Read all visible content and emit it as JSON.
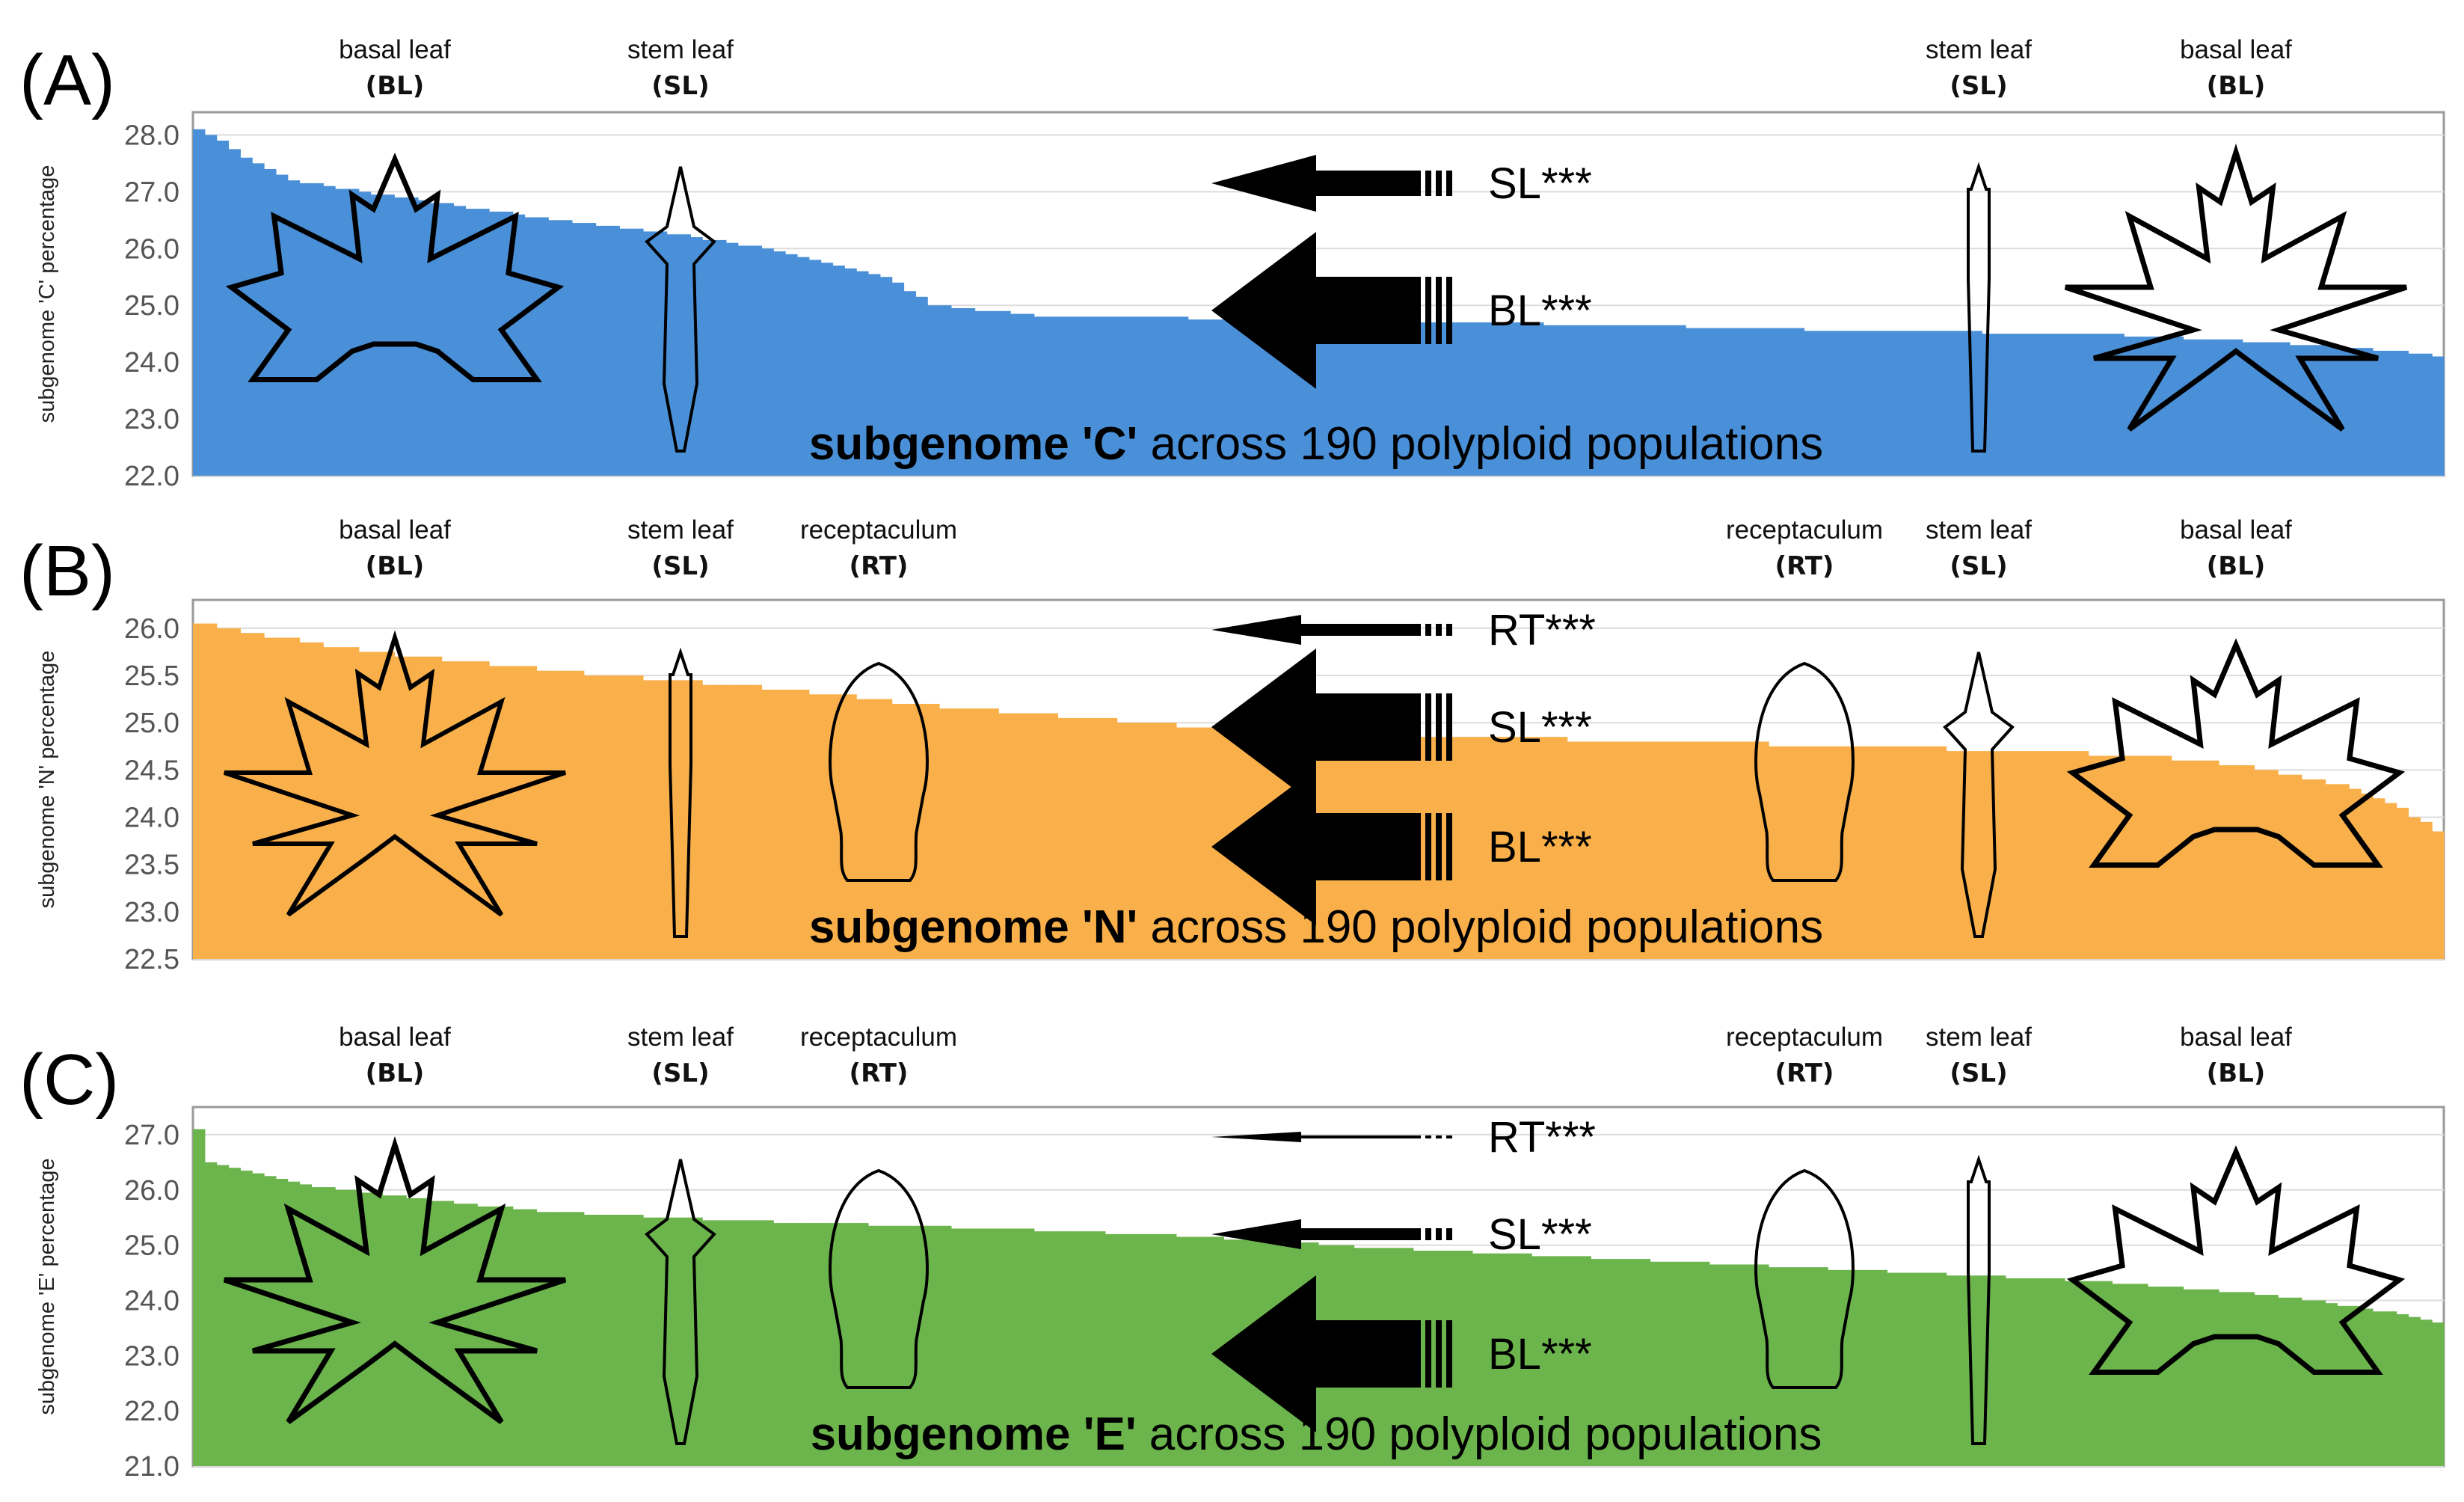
{
  "panels": [
    {
      "label": "(A)",
      "ylabel": "subgenome 'C' percentage",
      "color": "#4a90d9",
      "ylim": [
        22.0,
        28.4
      ],
      "ticks": [
        "28.0",
        "27.0",
        "26.0",
        "25.0",
        "24.0",
        "23.0",
        "22.0"
      ],
      "caption_bold": "subgenome 'C'",
      "caption_rest": " across 190 polyploid populations",
      "left_organs": [
        {
          "name": "basal leaf",
          "abbr": "(BL)"
        },
        {
          "name": "stem leaf",
          "abbr": "(SL)"
        }
      ],
      "right_organs": [
        {
          "name": "stem leaf",
          "abbr": "(SL)"
        },
        {
          "name": "basal leaf",
          "abbr": "(BL)"
        }
      ],
      "arrows": [
        {
          "label": "SL***",
          "weight": "medium"
        },
        {
          "label": "BL***",
          "weight": "large"
        }
      ]
    },
    {
      "label": "(B)",
      "ylabel": "subgenome 'N' percentage",
      "color": "#f9b04a",
      "ylim": [
        22.5,
        26.3
      ],
      "ticks": [
        "26.0",
        "25.5",
        "25.0",
        "24.5",
        "24.0",
        "23.5",
        "23.0",
        "22.5"
      ],
      "caption_bold": "subgenome 'N'",
      "caption_rest": " across 190 polyploid populations",
      "left_organs": [
        {
          "name": "basal leaf",
          "abbr": "(BL)"
        },
        {
          "name": "stem leaf",
          "abbr": "(SL)"
        },
        {
          "name": "receptaculum",
          "abbr": "(RT)"
        }
      ],
      "right_organs": [
        {
          "name": "receptaculum",
          "abbr": "(RT)"
        },
        {
          "name": "stem leaf",
          "abbr": "(SL)"
        },
        {
          "name": "basal leaf",
          "abbr": "(BL)"
        }
      ],
      "arrows": [
        {
          "label": "RT***",
          "weight": "small"
        },
        {
          "label": "SL***",
          "weight": "large"
        },
        {
          "label": "BL***",
          "weight": "large"
        }
      ]
    },
    {
      "label": "(C)",
      "ylabel": "subgenome 'E' percentage",
      "color": "#6cb44c",
      "ylim": [
        21.0,
        27.5
      ],
      "ticks": [
        "27.0",
        "26.0",
        "25.0",
        "24.0",
        "23.0",
        "22.0",
        "21.0"
      ],
      "caption_bold": "subgenome 'E'",
      "caption_rest": " across 190 polyploid populations",
      "left_organs": [
        {
          "name": "basal leaf",
          "abbr": "(BL)"
        },
        {
          "name": "stem leaf",
          "abbr": "(SL)"
        },
        {
          "name": "receptaculum",
          "abbr": "(RT)"
        }
      ],
      "right_organs": [
        {
          "name": "receptaculum",
          "abbr": "(RT)"
        },
        {
          "name": "stem leaf",
          "abbr": "(SL)"
        },
        {
          "name": "basal leaf",
          "abbr": "(BL)"
        }
      ],
      "arrows": [
        {
          "label": "RT***",
          "weight": "tiny"
        },
        {
          "label": "SL***",
          "weight": "small"
        },
        {
          "label": "BL***",
          "weight": "large"
        }
      ]
    }
  ],
  "chart_data": [
    {
      "type": "bar",
      "ylabel": "subgenome 'C' percentage",
      "ylim": [
        22.0,
        28.4
      ],
      "n_populations": 190,
      "sorted": "descending",
      "profile": [
        [
          0,
          28.1
        ],
        [
          2,
          27.9
        ],
        [
          4,
          27.6
        ],
        [
          8,
          27.2
        ],
        [
          14,
          27.0
        ],
        [
          30,
          26.5
        ],
        [
          42,
          26.2
        ],
        [
          48,
          26.0
        ],
        [
          58,
          25.5
        ],
        [
          62,
          25.0
        ],
        [
          72,
          24.8
        ],
        [
          95,
          24.75
        ],
        [
          120,
          24.65
        ],
        [
          140,
          24.55
        ],
        [
          160,
          24.5
        ],
        [
          175,
          24.35
        ],
        [
          185,
          24.2
        ],
        [
          189,
          24.1
        ]
      ]
    },
    {
      "type": "bar",
      "ylabel": "subgenome 'N' percentage",
      "ylim": [
        22.5,
        26.3
      ],
      "n_populations": 190,
      "sorted": "descending",
      "profile": [
        [
          0,
          26.05
        ],
        [
          4,
          25.95
        ],
        [
          15,
          25.75
        ],
        [
          30,
          25.55
        ],
        [
          50,
          25.35
        ],
        [
          60,
          25.2
        ],
        [
          70,
          25.1
        ],
        [
          85,
          24.95
        ],
        [
          105,
          24.85
        ],
        [
          125,
          24.8
        ],
        [
          140,
          24.75
        ],
        [
          155,
          24.7
        ],
        [
          165,
          24.65
        ],
        [
          175,
          24.5
        ],
        [
          182,
          24.3
        ],
        [
          186,
          24.1
        ],
        [
          189,
          23.85
        ]
      ]
    },
    {
      "type": "bar",
      "ylabel": "subgenome 'E' percentage",
      "ylim": [
        21.0,
        27.5
      ],
      "n_populations": 190,
      "sorted": "descending",
      "profile": [
        [
          0,
          27.1
        ],
        [
          1,
          26.5
        ],
        [
          4,
          26.35
        ],
        [
          10,
          26.05
        ],
        [
          20,
          25.8
        ],
        [
          30,
          25.6
        ],
        [
          45,
          25.45
        ],
        [
          60,
          25.35
        ],
        [
          80,
          25.2
        ],
        [
          100,
          24.95
        ],
        [
          120,
          24.75
        ],
        [
          140,
          24.55
        ],
        [
          160,
          24.35
        ],
        [
          175,
          24.1
        ],
        [
          183,
          23.85
        ],
        [
          187,
          23.7
        ],
        [
          189,
          23.6
        ]
      ]
    }
  ]
}
